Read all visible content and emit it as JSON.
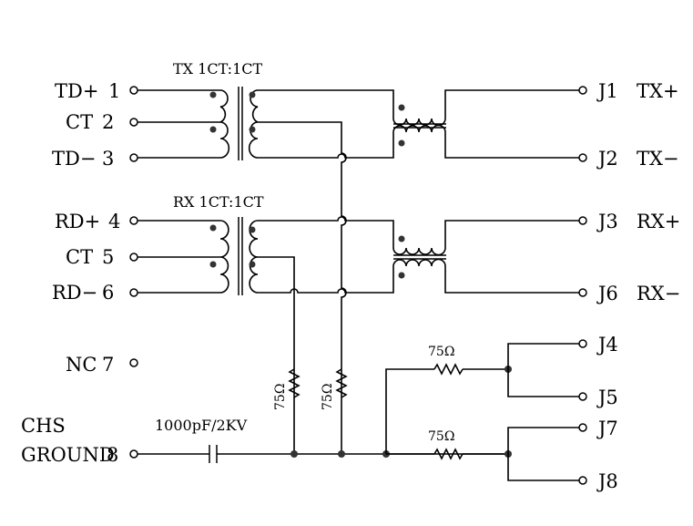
{
  "left_pins": [
    {
      "name": "TD+",
      "num": "1"
    },
    {
      "name": "CT",
      "num": "2"
    },
    {
      "name": "TD−",
      "num": "3"
    },
    {
      "name": "RD+",
      "num": "4"
    },
    {
      "name": "CT",
      "num": "5"
    },
    {
      "name": "RD−",
      "num": "6"
    },
    {
      "name": "NC",
      "num": "7"
    }
  ],
  "ground_pin": {
    "line1": "CHS",
    "line2": "GROUND",
    "num": "8"
  },
  "right_pins": [
    {
      "id": "J1",
      "name": "TX+"
    },
    {
      "id": "J2",
      "name": "TX−"
    },
    {
      "id": "J3",
      "name": "RX+"
    },
    {
      "id": "J6",
      "name": "RX−"
    },
    {
      "id": "J4",
      "name": ""
    },
    {
      "id": "J5",
      "name": ""
    },
    {
      "id": "J7",
      "name": ""
    },
    {
      "id": "J8",
      "name": ""
    }
  ],
  "transformers": {
    "tx_label": "TX  1CT:1CT",
    "rx_label": "RX  1CT:1CT"
  },
  "components": {
    "capacitor_label": "1000pF/2KV",
    "resistor_label": "75Ω",
    "resistor_vertical_1": "75Ω",
    "resistor_vertical_2": "75Ω",
    "resistor_horizontal_1": "75Ω",
    "resistor_horizontal_2": "75Ω"
  }
}
